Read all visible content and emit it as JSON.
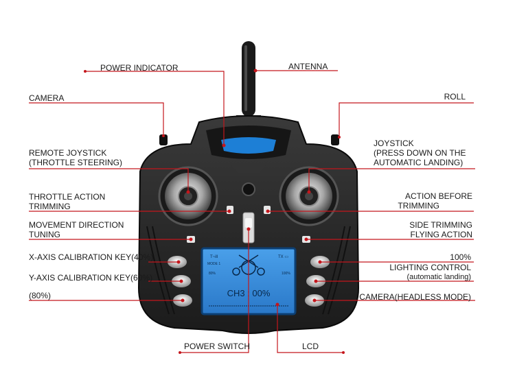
{
  "labels": {
    "power_indicator": "POWER INDICATOR",
    "antenna": "ANTENNA",
    "camera": "CAMERA",
    "roll": "ROLL",
    "remote_joystick_1": "REMOTE JOYSTICK",
    "remote_joystick_2": "(THROTTLE STEERING)",
    "joystick_1": "JOYSTICK",
    "joystick_2": "(PRESS DOWN ON THE",
    "joystick_3": "AUTOMATIC LANDING)",
    "throttle_trim_1": "THROTTLE ACTION",
    "throttle_trim_2": "TRIMMING",
    "action_before_1": "ACTION BEFORE",
    "action_before_2": "TRIMMING",
    "movement_1": "MOVEMENT DIRECTION",
    "movement_2": "TUNING",
    "side_trim_1": "SIDE TRIMMING",
    "side_trim_2": "FLYING ACTION",
    "x_axis": "X-AXIS CALIBRATION KEY(40%)",
    "pct100": "100%",
    "y_axis": "Y-AXIS CALIBRATION KEY(60%)",
    "lighting_1": "LIGHTING CONTROL",
    "lighting_2": "(automatic landing)",
    "pct80": "(80%)",
    "camera_headless": "CAMERA(HEADLESS MODE)",
    "power_switch": "POWER SWITCH",
    "lcd": "LCD"
  },
  "lcd": {
    "mode": "MODE 1",
    "p1": "80%",
    "p2": "100%",
    "ch": "CH3 : 00%"
  },
  "colors": {
    "leader": "#c4161c",
    "body": "#262626",
    "body_dark": "#121212",
    "screen": "#2f86d6",
    "accent": "#1d7fd6"
  }
}
